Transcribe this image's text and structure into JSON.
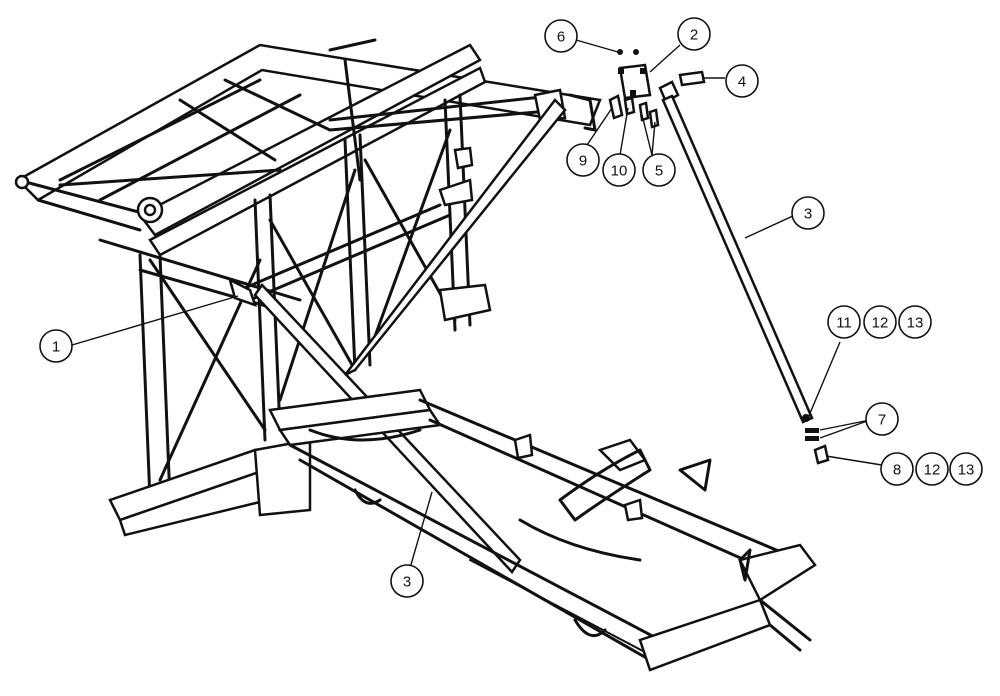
{
  "callouts": [
    {
      "id": "c6",
      "label": "6"
    },
    {
      "id": "c2",
      "label": "2"
    },
    {
      "id": "c4",
      "label": "4"
    },
    {
      "id": "c9",
      "label": "9"
    },
    {
      "id": "c10",
      "label": "10"
    },
    {
      "id": "c5",
      "label": "5"
    },
    {
      "id": "c3a",
      "label": "3"
    },
    {
      "id": "c11",
      "label": "11"
    },
    {
      "id": "c12a",
      "label": "12"
    },
    {
      "id": "c13a",
      "label": "13"
    },
    {
      "id": "c7",
      "label": "7"
    },
    {
      "id": "c8",
      "label": "8"
    },
    {
      "id": "c12b",
      "label": "12"
    },
    {
      "id": "c13b",
      "label": "13"
    },
    {
      "id": "c1",
      "label": "1"
    },
    {
      "id": "c3b",
      "label": "3"
    }
  ]
}
